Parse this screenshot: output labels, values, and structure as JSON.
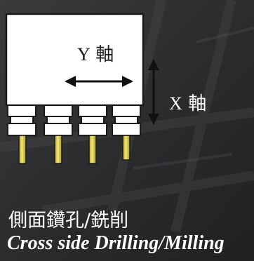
{
  "diagram": {
    "y_axis_label": "Y 軸",
    "x_axis_label": "X 軸"
  },
  "caption": {
    "chinese": "側面鑽孔/銑削",
    "english": "Cross side Drilling/Milling"
  },
  "colors": {
    "background": "#2e2f31",
    "block": "#ffffff",
    "outline": "#1a1a1a",
    "pin": "#e6d23a",
    "arrow": "#111111"
  }
}
